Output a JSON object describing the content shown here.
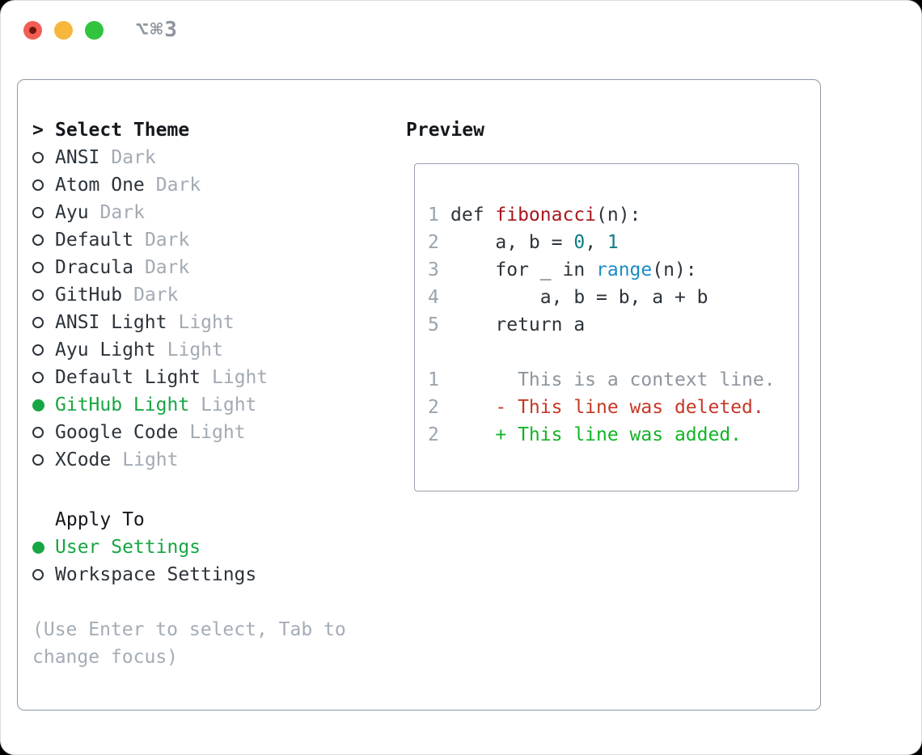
{
  "window": {
    "title": "⌥⌘3"
  },
  "theme_picker": {
    "marker": ">",
    "header": "Select Theme",
    "items": [
      {
        "label": "ANSI",
        "tag": "Dark",
        "selected": false
      },
      {
        "label": "Atom One",
        "tag": "Dark",
        "selected": false
      },
      {
        "label": "Ayu",
        "tag": "Dark",
        "selected": false
      },
      {
        "label": "Default",
        "tag": "Dark",
        "selected": false
      },
      {
        "label": "Dracula",
        "tag": "Dark",
        "selected": false
      },
      {
        "label": "GitHub",
        "tag": "Dark",
        "selected": false
      },
      {
        "label": "ANSI Light",
        "tag": "Light",
        "selected": false
      },
      {
        "label": "Ayu Light",
        "tag": "Light",
        "selected": false
      },
      {
        "label": "Default Light",
        "tag": "Light",
        "selected": false
      },
      {
        "label": "GitHub Light",
        "tag": "Light",
        "selected": true
      },
      {
        "label": "Google Code",
        "tag": "Light",
        "selected": false
      },
      {
        "label": "XCode",
        "tag": "Light",
        "selected": false
      }
    ]
  },
  "apply_to": {
    "header": "Apply To",
    "items": [
      {
        "label": "User Settings",
        "selected": true
      },
      {
        "label": "Workspace Settings",
        "selected": false
      }
    ]
  },
  "hint": "(Use Enter to select, Tab to change focus)",
  "preview": {
    "header": "Preview",
    "lines": [
      {
        "num": "1",
        "parts": [
          {
            "text": "def ",
            "style": "code"
          },
          {
            "text": "fibonacci",
            "style": "func"
          },
          {
            "text": "(n):",
            "style": "code"
          }
        ]
      },
      {
        "num": "2",
        "parts": [
          {
            "text": "    a, b = ",
            "style": "code"
          },
          {
            "text": "0",
            "style": "number"
          },
          {
            "text": ", ",
            "style": "code"
          },
          {
            "text": "1",
            "style": "number"
          }
        ]
      },
      {
        "num": "3",
        "parts": [
          {
            "text": "    for _ in ",
            "style": "code"
          },
          {
            "text": "range",
            "style": "builtin"
          },
          {
            "text": "(n):",
            "style": "code"
          }
        ]
      },
      {
        "num": "4",
        "parts": [
          {
            "text": "        a, b = b, a + b",
            "style": "code"
          }
        ]
      },
      {
        "num": "5",
        "parts": [
          {
            "text": "    return a",
            "style": "code"
          }
        ]
      },
      {
        "num": "",
        "parts": []
      },
      {
        "num": "1",
        "parts": [
          {
            "text": "      This is a context line.",
            "style": "context"
          }
        ]
      },
      {
        "num": "2",
        "parts": [
          {
            "text": "    - This line was deleted.",
            "style": "deleted"
          }
        ]
      },
      {
        "num": "2",
        "parts": [
          {
            "text": "    + This line was added.",
            "style": "added"
          }
        ]
      }
    ]
  },
  "colors": {
    "selected_green": "#17a643",
    "added_green": "#13b427",
    "deleted_red": "#c53826",
    "function_red": "#a8161d",
    "number_teal": "#0d7d87",
    "builtin_blue": "#1a8dc4",
    "text_dark": "#2c333b",
    "muted_gray": "#a2aab4",
    "line_number_gray": "#99a3ae",
    "context_gray": "#8d969f",
    "hint_gray": "#a4acb6",
    "border_gray": "#8e98a4",
    "traffic_red": "#f25e51",
    "traffic_yellow": "#f6b73c",
    "traffic_green": "#32c33f"
  }
}
